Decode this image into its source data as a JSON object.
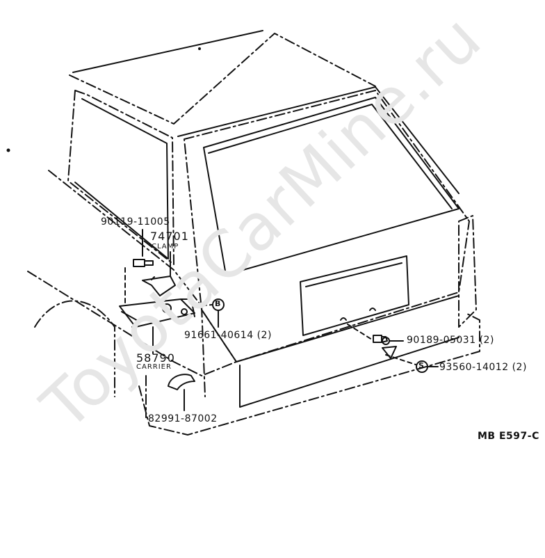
{
  "watermark": "ToyotaCarMine.ru",
  "diagram_code": "MB E597-C",
  "parts": {
    "bolt": "90119-11005",
    "clamp_number": "74701",
    "clamp_name": "CLAMP",
    "screw_b": "91661-40614 (2)",
    "carrier_number": "58790",
    "carrier_name": "CARRIER",
    "clip": "90189-05031 (2)",
    "screw_s": "93560-14012 (2)",
    "hook": "82991-87002"
  },
  "markers": {
    "b": "B",
    "s": "S"
  }
}
